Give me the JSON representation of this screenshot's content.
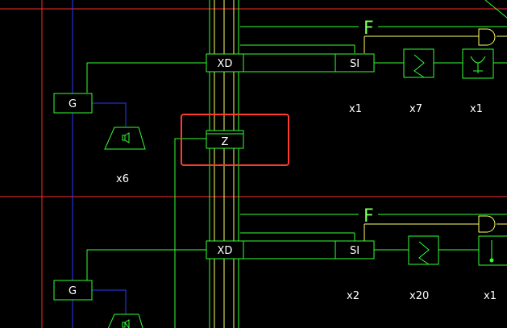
{
  "colors": {
    "background": "#000000",
    "red_line": "#ff2a2a",
    "blue_line": "#2a3dff",
    "green": "#33ff33",
    "yellow": "#ffff66",
    "highlight": "#ff3b2f",
    "text": "#ffffff"
  },
  "blocks": {
    "g_top": "G",
    "g_bottom": "G",
    "xd_top": "XD",
    "xd_bottom": "XD",
    "z_block": "Z",
    "si_top": "SI",
    "si_bottom": "SI",
    "f_top": "F",
    "f_bottom": "F"
  },
  "counts": {
    "speaker_top": "x6",
    "si_top": "x1",
    "s_top": "x7",
    "y_top": "x1",
    "si_bottom": "x2",
    "s_bottom": "x20",
    "dot_bottom": "x1"
  },
  "icons": {
    "speaker": "speaker-icon",
    "s_curve": "s-curve-icon",
    "antenna": "antenna-icon",
    "and_gate": "and-gate-icon",
    "probe": "probe-icon"
  }
}
